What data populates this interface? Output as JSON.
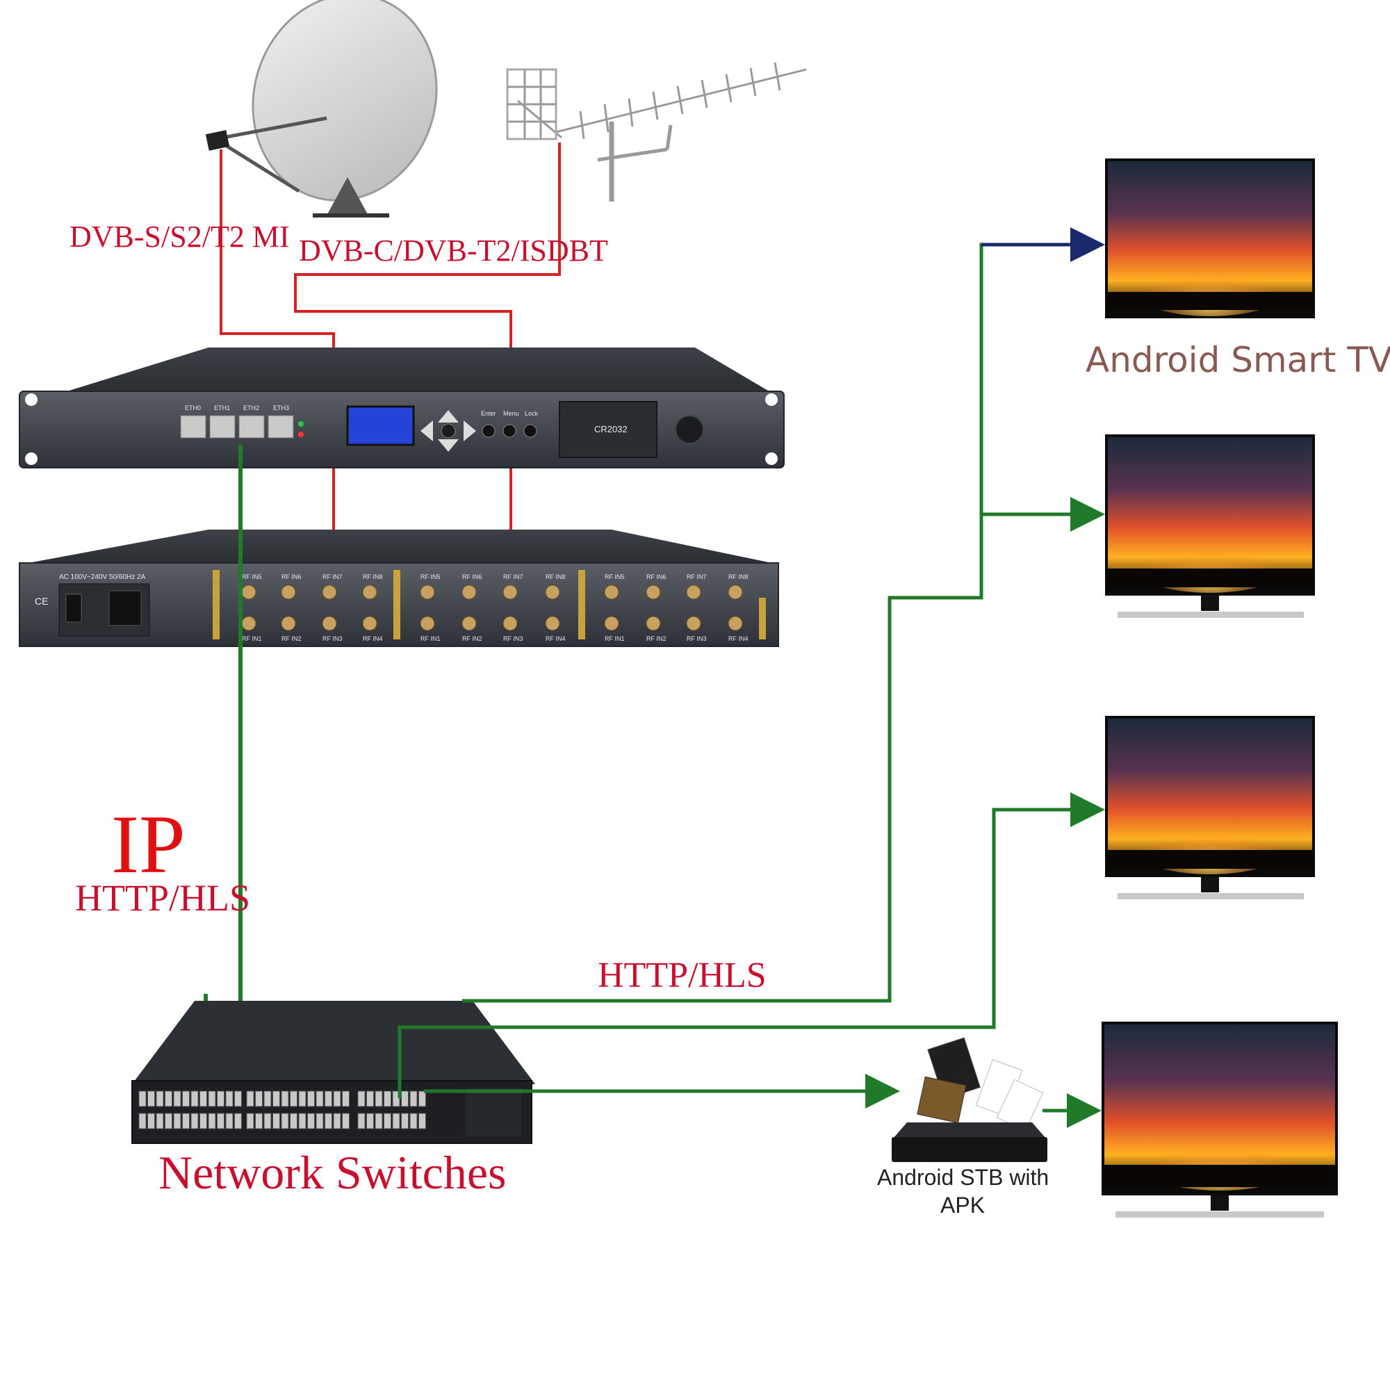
{
  "labels": {
    "satellite_input": "DVB-S/S2/T2 MI",
    "terrestrial_input": "DVB-C/DVB-T2/ISDBT",
    "ip": "IP",
    "ip_protocol": "HTTP/HLS",
    "distribution_protocol": "HTTP/HLS",
    "switch": "Network Switches",
    "smart_tv": "Android Smart TV",
    "stb_line1": "Android STB with",
    "stb_line2": "APK"
  },
  "device_front": {
    "eth_ports": [
      "ETH0",
      "ETH1",
      "ETH2",
      "ETH3"
    ],
    "buttons": [
      "Enter",
      "Menu",
      "Lock"
    ],
    "battery_slot": "CR2032"
  },
  "device_rear": {
    "power_label": "AC 100V~240V 50/60Hz 2A",
    "top_ports": [
      "RF IN5",
      "RF IN6",
      "RF IN7",
      "RF IN8"
    ],
    "bottom_ports": [
      "RF IN1",
      "RF IN2",
      "RF IN3",
      "RF IN4"
    ]
  },
  "colors": {
    "rf_line": "#d42222",
    "ip_line": "#1f7a2a",
    "arrow_first": "#1a2a6c",
    "label_red": "#c8102e"
  }
}
